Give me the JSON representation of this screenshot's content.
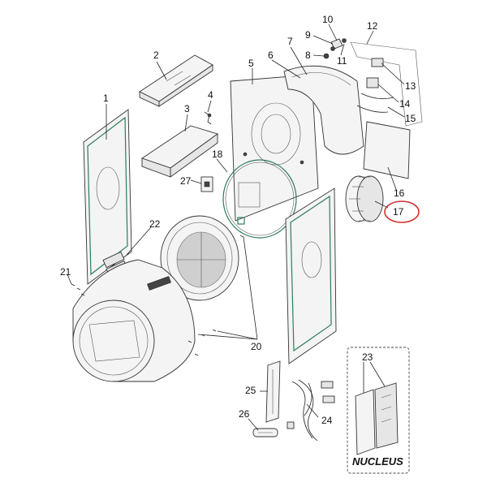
{
  "labels": {
    "p1": "1",
    "p2": "2",
    "p3": "3",
    "p4": "4",
    "p5": "5",
    "p6": "6",
    "p7": "7",
    "p8": "8",
    "p9": "9",
    "p10": "10",
    "p11": "11",
    "p12": "12",
    "p13": "13",
    "p14": "14",
    "p15": "15",
    "p16": "16",
    "p17": "17",
    "p18": "18",
    "p20": "20",
    "p21": "21",
    "p22": "22",
    "p23": "23",
    "p24": "24",
    "p25": "25",
    "p26": "26",
    "p27": "27"
  },
  "nucleus_label": "NUCLEUS",
  "colors": {
    "highlight": "#d32f2f",
    "gasket": "#2e7d5b",
    "line": "#222222"
  }
}
